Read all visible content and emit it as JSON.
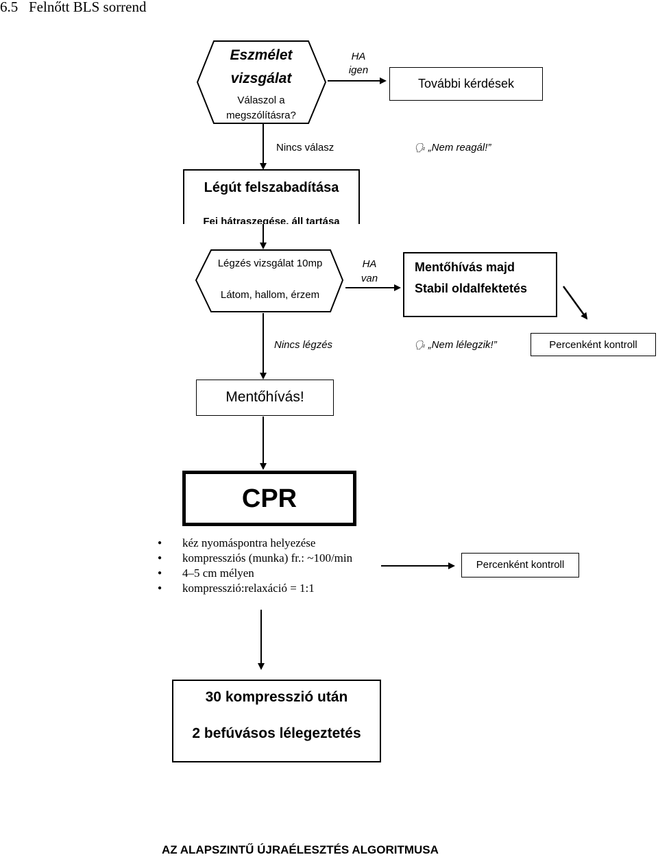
{
  "section_title": "6.5   Felnőtt BLS sorrend",
  "consciousness": {
    "title_line1": "Eszmélet",
    "title_line2": "vizsgálat",
    "sub_line1": "Válaszol a",
    "sub_line2": "megszólításra?"
  },
  "yes_label": {
    "line1": "HA",
    "line2": "igen"
  },
  "further_questions": "További kérdések",
  "no_response": "Nincs válasz",
  "no_response_quote": "„Nem reagál!”",
  "airway": {
    "title": "Légút felszabadítása",
    "subtitle": "Fej hátraszegése, áll tartása"
  },
  "breathing_check": {
    "title": "Légzés vizsgálat 10mp",
    "subtitle": "Látom, hallom, érzem"
  },
  "has_breathing_label": {
    "line1": "HA",
    "line2": "van"
  },
  "recovery": {
    "line1": "Mentőhívás majd",
    "line2": "Stabil oldalfektetés"
  },
  "no_breathing": "Nincs légzés",
  "no_breathing_quote": "„Nem lélegzik!”",
  "minute_control_1": "Percenként kontroll",
  "call_ambulance": "Mentőhívás!",
  "cpr_title": "CPR",
  "cpr_steps": [
    "kéz nyomáspontra helyezése",
    "kompressziós (munka) fr.: ~100/min",
    "4–5 cm mélyen",
    "kompresszió:relaxáció = 1:1"
  ],
  "minute_control_2": "Percenként kontroll",
  "compressions": {
    "line1": "30 kompresszió után",
    "line2": "2 befúvásos lélegeztetés"
  },
  "footer": "AZ ALAPSZINTŰ ÚJRAÉLESZTÉS ALGORITMUSA"
}
